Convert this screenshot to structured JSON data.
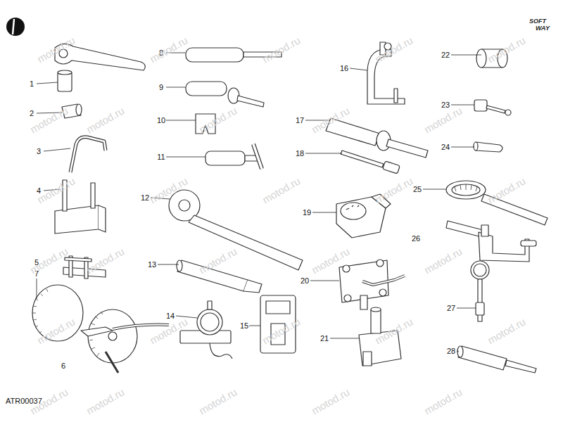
{
  "diagram": {
    "labels": [
      "1",
      "2",
      "3",
      "4",
      "5",
      "7",
      "6",
      "8",
      "9",
      "10",
      "11",
      "12",
      "13",
      "14",
      "15",
      "16",
      "17",
      "18",
      "19",
      "20",
      "21",
      "22",
      "23",
      "24",
      "25",
      "26",
      "27",
      "28",
      "SOFT",
      "WAY",
      "ATR00037",
      "motod.ru",
      "motod.ru",
      "motod.ru",
      "motod.ru",
      "motod.ru",
      "motod.ru",
      "motod.ru",
      "motod.ru",
      "motod.ru",
      "motod.ru",
      "motod.ru",
      "motod.ru",
      "motod.ru",
      "motod.ru",
      "motod.ru",
      "motod.ru",
      "motod.ru",
      "motod.ru",
      "motod.ru",
      "motod.ru",
      "motod.ru",
      "motod.ru",
      "motod.ru",
      "motod.ru",
      "motod.ru",
      "motod.ru",
      "motod.ru",
      "motod.ru",
      "motod.ru",
      "motod.ru"
    ]
  }
}
